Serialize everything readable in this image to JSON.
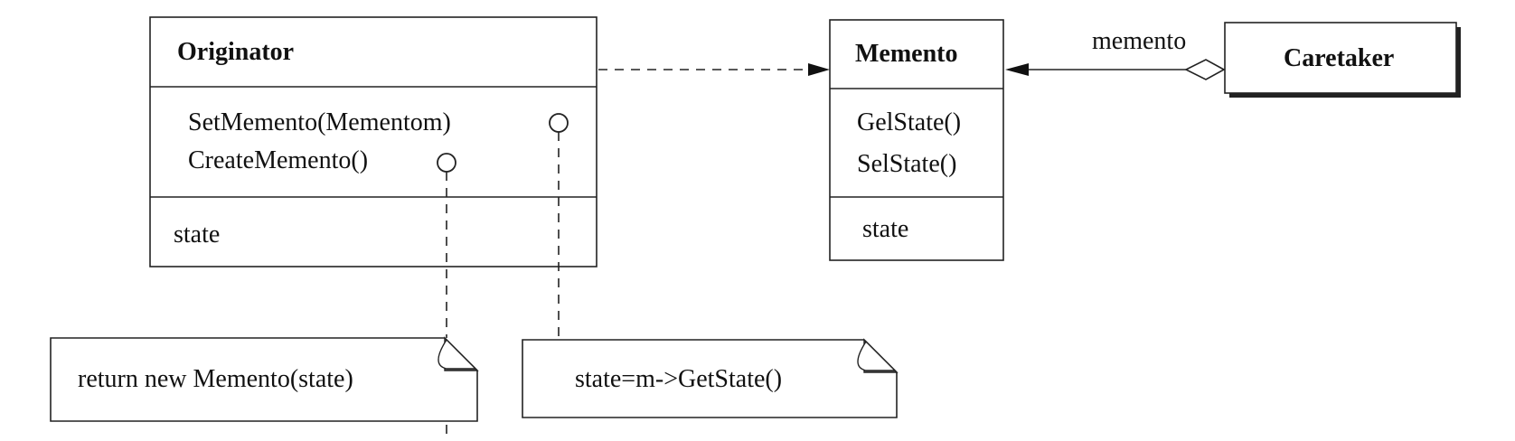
{
  "originator": {
    "name": "Originator",
    "operations": [
      "SetMemento(Mementom)",
      "CreateMemento()"
    ],
    "attribute": "state"
  },
  "memento": {
    "name": "Memento",
    "operations": [
      "GelState()",
      "SelState()"
    ],
    "attribute": "state"
  },
  "caretaker": {
    "name": "Caretaker"
  },
  "association": {
    "role_label": "memento"
  },
  "notes": {
    "create_memento": "return new Memento(state)",
    "set_memento": "state=m->GetState()"
  }
}
